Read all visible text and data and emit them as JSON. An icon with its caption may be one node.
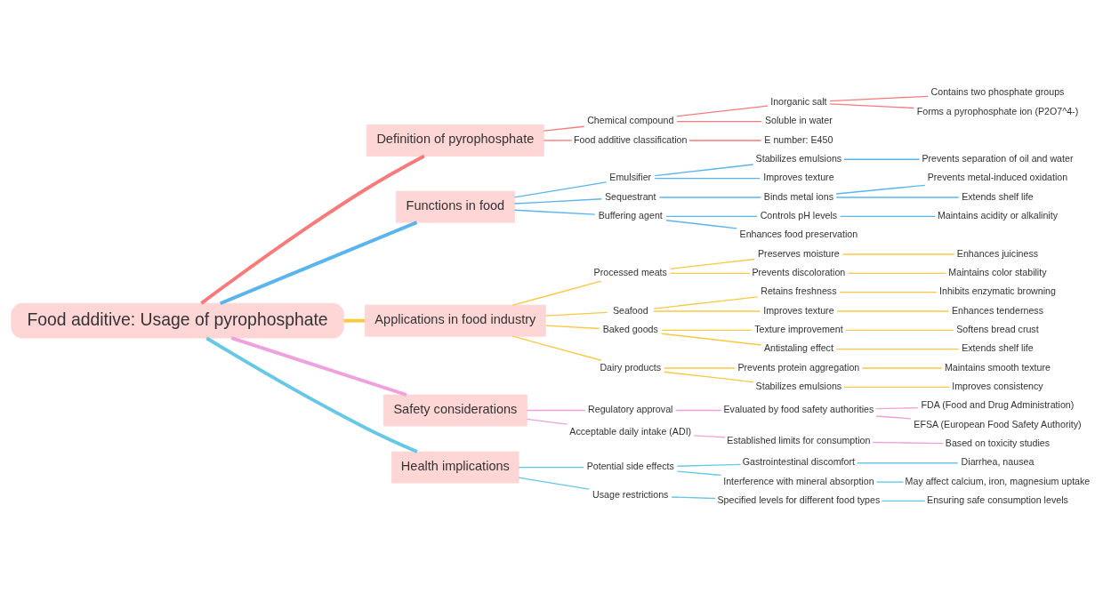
{
  "diagram": {
    "nodes": [
      {
        "text": [
          "Food additive: Usage of pyrophosphate"
        ]
      },
      {
        "text": [
          "Definition of pyrophosphate"
        ]
      },
      {
        "text": [
          "Chemical compound"
        ]
      },
      {
        "text": [
          "Inorganic salt"
        ]
      },
      {
        "text": [
          "Contains two phosphate groups"
        ]
      },
      {
        "text": [
          "Forms a pyrophosphate ion (P2O7^4-)"
        ]
      },
      {
        "text": [
          "Soluble in water"
        ]
      },
      {
        "text": [
          "Food additive classification"
        ]
      },
      {
        "text": [
          "E number: E450"
        ]
      },
      {
        "text": [
          "Functions in food"
        ]
      },
      {
        "text": [
          "Emulsifier"
        ]
      },
      {
        "text": [
          "Stabilizes emulsions"
        ]
      },
      {
        "text": [
          "Prevents separation of oil and water"
        ]
      },
      {
        "text": [
          "Improves texture"
        ]
      },
      {
        "text": [
          "Sequestrant"
        ]
      },
      {
        "text": [
          "Binds metal ions"
        ]
      },
      {
        "text": [
          "Prevents metal-induced oxidation"
        ]
      },
      {
        "text": [
          "Extends shelf life"
        ]
      },
      {
        "text": [
          "Buffering agent"
        ]
      },
      {
        "text": [
          "Controls pH levels"
        ]
      },
      {
        "text": [
          "Maintains acidity or alkalinity"
        ]
      },
      {
        "text": [
          "Enhances food preservation"
        ]
      },
      {
        "text": [
          "Applications in food industry"
        ]
      },
      {
        "text": [
          "Processed meats"
        ]
      },
      {
        "text": [
          "Preserves moisture"
        ]
      },
      {
        "text": [
          "Enhances juiciness"
        ]
      },
      {
        "text": [
          "Prevents discoloration"
        ]
      },
      {
        "text": [
          "Maintains color stability"
        ]
      },
      {
        "text": [
          "Seafood"
        ]
      },
      {
        "text": [
          "Retains freshness"
        ]
      },
      {
        "text": [
          "Inhibits enzymatic browning"
        ]
      },
      {
        "text": [
          "Improves texture"
        ]
      },
      {
        "text": [
          "Enhances tenderness"
        ]
      },
      {
        "text": [
          "Baked goods"
        ]
      },
      {
        "text": [
          "Texture improvement"
        ]
      },
      {
        "text": [
          "Softens bread crust"
        ]
      },
      {
        "text": [
          "Antistaling effect"
        ]
      },
      {
        "text": [
          "Extends shelf life"
        ]
      },
      {
        "text": [
          "Dairy products"
        ]
      },
      {
        "text": [
          "Prevents protein aggregation"
        ]
      },
      {
        "text": [
          "Maintains smooth texture"
        ]
      },
      {
        "text": [
          "Stabilizes emulsions"
        ]
      },
      {
        "text": [
          "Improves consistency"
        ]
      },
      {
        "text": [
          "Safety considerations"
        ]
      },
      {
        "text": [
          "Regulatory approval"
        ]
      },
      {
        "text": [
          "Evaluated by food safety authorities"
        ]
      },
      {
        "text": [
          "FDA (Food and Drug Administration)"
        ]
      },
      {
        "text": [
          "EFSA (European Food Safety Authority)"
        ]
      },
      {
        "text": [
          "Acceptable daily intake (ADI)"
        ]
      },
      {
        "text": [
          "Established limits for consumption"
        ]
      },
      {
        "text": [
          "Based on toxicity studies"
        ]
      },
      {
        "text": [
          "Health implications"
        ]
      },
      {
        "text": [
          "Potential side effects"
        ]
      },
      {
        "text": [
          "Gastrointestinal discomfort"
        ]
      },
      {
        "text": [
          "Diarrhea, nausea"
        ]
      },
      {
        "text": [
          "Interference with mineral absorption"
        ]
      },
      {
        "text": [
          "May affect calcium, iron, magnesium uptake"
        ]
      },
      {
        "text": [
          "Usage restrictions"
        ]
      },
      {
        "text": [
          "Specified levels for different food types"
        ]
      },
      {
        "text": [
          "Ensuring safe consumption levels"
        ]
      }
    ],
    "edges": [
      {
        "from": 0,
        "to": 1,
        "arrow": "none",
        "style": "thick",
        "color": "#f87a7a"
      },
      {
        "from": 1,
        "to": 2,
        "arrow": "none",
        "color": "#f87a7a"
      },
      {
        "from": 2,
        "to": 3,
        "arrow": "none",
        "color": "#f87a7a"
      },
      {
        "from": 3,
        "to": 4,
        "arrow": "none",
        "color": "#f87a7a"
      },
      {
        "from": 3,
        "to": 5,
        "arrow": "none",
        "color": "#f87a7a"
      },
      {
        "from": 2,
        "to": 6,
        "arrow": "none",
        "color": "#f87a7a"
      },
      {
        "from": 1,
        "to": 7,
        "arrow": "none",
        "color": "#f87a7a"
      },
      {
        "from": 7,
        "to": 8,
        "arrow": "none",
        "color": "#f87a7a"
      },
      {
        "from": 0,
        "to": 9,
        "arrow": "none",
        "style": "thick",
        "color": "#5ab4ee"
      },
      {
        "from": 9,
        "to": 10,
        "arrow": "none",
        "color": "#5ab4ee"
      },
      {
        "from": 10,
        "to": 11,
        "arrow": "none",
        "color": "#5ab4ee"
      },
      {
        "from": 11,
        "to": 12,
        "arrow": "none",
        "color": "#5ab4ee"
      },
      {
        "from": 10,
        "to": 13,
        "arrow": "none",
        "color": "#5ab4ee"
      },
      {
        "from": 9,
        "to": 14,
        "arrow": "none",
        "color": "#5ab4ee"
      },
      {
        "from": 14,
        "to": 15,
        "arrow": "none",
        "color": "#5ab4ee"
      },
      {
        "from": 15,
        "to": 16,
        "arrow": "none",
        "color": "#5ab4ee"
      },
      {
        "from": 15,
        "to": 17,
        "arrow": "none",
        "color": "#5ab4ee"
      },
      {
        "from": 9,
        "to": 18,
        "arrow": "none",
        "color": "#5ab4ee"
      },
      {
        "from": 18,
        "to": 19,
        "arrow": "none",
        "color": "#5ab4ee"
      },
      {
        "from": 19,
        "to": 20,
        "arrow": "none",
        "color": "#5ab4ee"
      },
      {
        "from": 18,
        "to": 21,
        "arrow": "none",
        "color": "#5ab4ee"
      },
      {
        "from": 0,
        "to": 22,
        "arrow": "none",
        "style": "thick",
        "color": "#fcc844"
      },
      {
        "from": 22,
        "to": 23,
        "arrow": "none",
        "color": "#fcc844"
      },
      {
        "from": 23,
        "to": 24,
        "arrow": "none",
        "color": "#fcc844"
      },
      {
        "from": 24,
        "to": 25,
        "arrow": "none",
        "color": "#fcc844"
      },
      {
        "from": 23,
        "to": 26,
        "arrow": "none",
        "color": "#fcc844"
      },
      {
        "from": 26,
        "to": 27,
        "arrow": "none",
        "color": "#fcc844"
      },
      {
        "from": 22,
        "to": 28,
        "arrow": "none",
        "color": "#fcc844"
      },
      {
        "from": 28,
        "to": 29,
        "arrow": "none",
        "color": "#fcc844"
      },
      {
        "from": 29,
        "to": 30,
        "arrow": "none",
        "color": "#fcc844"
      },
      {
        "from": 28,
        "to": 31,
        "arrow": "none",
        "color": "#fcc844"
      },
      {
        "from": 31,
        "to": 32,
        "arrow": "none",
        "color": "#fcc844"
      },
      {
        "from": 22,
        "to": 33,
        "arrow": "none",
        "color": "#fcc844"
      },
      {
        "from": 33,
        "to": 34,
        "arrow": "none",
        "color": "#fcc844"
      },
      {
        "from": 34,
        "to": 35,
        "arrow": "none",
        "color": "#fcc844"
      },
      {
        "from": 33,
        "to": 36,
        "arrow": "none",
        "color": "#fcc844"
      },
      {
        "from": 36,
        "to": 37,
        "arrow": "none",
        "color": "#fcc844"
      },
      {
        "from": 22,
        "to": 38,
        "arrow": "none",
        "color": "#fcc844"
      },
      {
        "from": 38,
        "to": 39,
        "arrow": "none",
        "color": "#fcc844"
      },
      {
        "from": 39,
        "to": 40,
        "arrow": "none",
        "color": "#fcc844"
      },
      {
        "from": 38,
        "to": 41,
        "arrow": "none",
        "color": "#fcc844"
      },
      {
        "from": 41,
        "to": 42,
        "arrow": "none",
        "color": "#fcc844"
      },
      {
        "from": 0,
        "to": 43,
        "arrow": "none",
        "style": "thick",
        "color": "#f0a0dc"
      },
      {
        "from": 43,
        "to": 44,
        "arrow": "none",
        "color": "#f0a0dc"
      },
      {
        "from": 44,
        "to": 45,
        "arrow": "none",
        "color": "#f0a0dc"
      },
      {
        "from": 45,
        "to": 46,
        "arrow": "none",
        "color": "#f0a0dc"
      },
      {
        "from": 45,
        "to": 47,
        "arrow": "none",
        "color": "#f0a0dc"
      },
      {
        "from": 43,
        "to": 48,
        "arrow": "none",
        "color": "#f0a0dc"
      },
      {
        "from": 48,
        "to": 49,
        "arrow": "none",
        "color": "#f0a0dc"
      },
      {
        "from": 49,
        "to": 50,
        "arrow": "none",
        "color": "#f0a0dc"
      },
      {
        "from": 0,
        "to": 51,
        "arrow": "none",
        "style": "thick",
        "color": "#66c7e6"
      },
      {
        "from": 51,
        "to": 52,
        "arrow": "none",
        "color": "#66c7e6"
      },
      {
        "from": 52,
        "to": 53,
        "arrow": "none",
        "color": "#66c7e6"
      },
      {
        "from": 53,
        "to": 54,
        "arrow": "none",
        "color": "#66c7e6"
      },
      {
        "from": 52,
        "to": 55,
        "arrow": "none",
        "color": "#66c7e6"
      },
      {
        "from": 55,
        "to": 56,
        "arrow": "none",
        "color": "#66c7e6"
      },
      {
        "from": 51,
        "to": 57,
        "arrow": "none",
        "color": "#66c7e6"
      },
      {
        "from": 57,
        "to": 58,
        "arrow": "none",
        "color": "#66c7e6"
      },
      {
        "from": 58,
        "to": 59,
        "arrow": "none",
        "color": "#66c7e6"
      }
    ]
  }
}
